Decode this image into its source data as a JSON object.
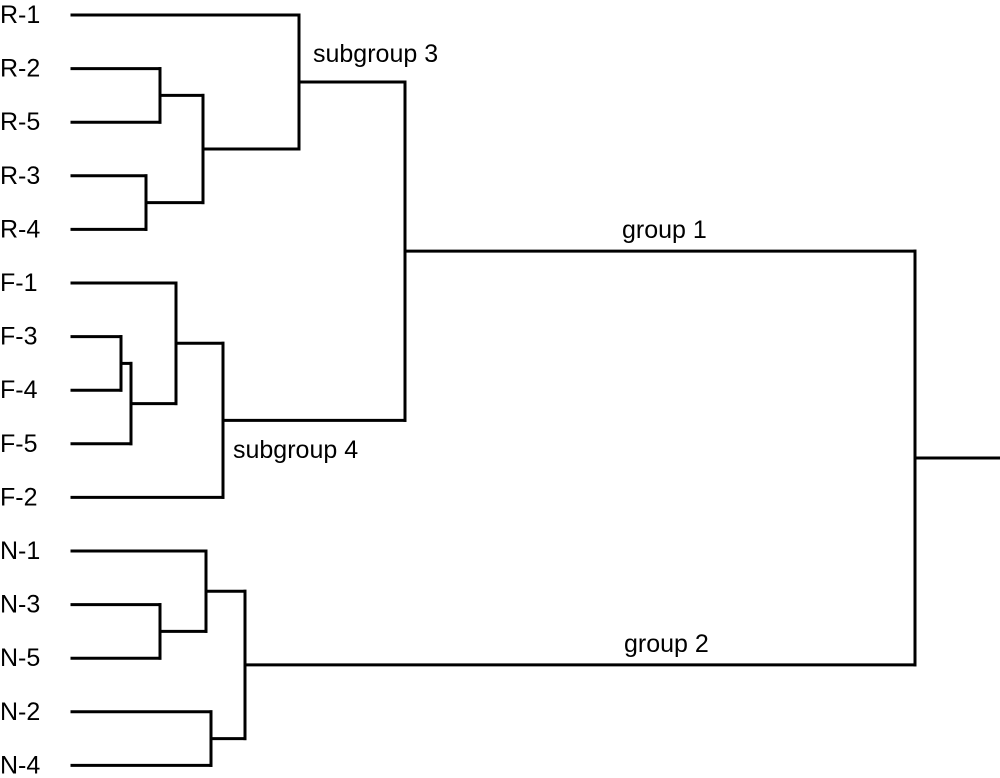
{
  "figure": {
    "type": "dendrogram",
    "orientation": "root-right",
    "line_color": "#000000",
    "background": "#ffffff"
  },
  "leaves": [
    "R-1",
    "R-2",
    "R-5",
    "R-3",
    "R-4",
    "F-1",
    "F-3",
    "F-4",
    "F-5",
    "F-2",
    "N-1",
    "N-3",
    "N-5",
    "N-2",
    "N-4"
  ],
  "clusters": [
    {
      "id": "c_R2_R5",
      "children": [
        "R-2",
        "R-5"
      ]
    },
    {
      "id": "c_R3_R4",
      "children": [
        "R-3",
        "R-4"
      ]
    },
    {
      "id": "c_R25_R34",
      "children": [
        "c_R2_R5",
        "c_R3_R4"
      ]
    },
    {
      "id": "subgroup3",
      "label": "subgroup 3",
      "children": [
        "R-1",
        "c_R25_R34"
      ]
    },
    {
      "id": "c_F3_F4",
      "children": [
        "F-3",
        "F-4"
      ]
    },
    {
      "id": "c_F34_F5",
      "children": [
        "c_F3_F4",
        "F-5"
      ]
    },
    {
      "id": "c_F1_F345",
      "children": [
        "F-1",
        "c_F34_F5"
      ]
    },
    {
      "id": "subgroup4",
      "label": "subgroup 4",
      "children": [
        "c_F1_F345",
        "F-2"
      ]
    },
    {
      "id": "group1",
      "label": "group 1",
      "children": [
        "subgroup3",
        "subgroup4"
      ]
    },
    {
      "id": "c_N3_N5",
      "children": [
        "N-3",
        "N-5"
      ]
    },
    {
      "id": "c_N1_N35",
      "children": [
        "N-1",
        "c_N3_N5"
      ]
    },
    {
      "id": "c_N2_N4",
      "children": [
        "N-2",
        "N-4"
      ]
    },
    {
      "id": "group2",
      "label": "group 2",
      "children": [
        "c_N1_N35",
        "c_N2_N4"
      ]
    },
    {
      "id": "root",
      "children": [
        "group1",
        "group2"
      ]
    }
  ]
}
